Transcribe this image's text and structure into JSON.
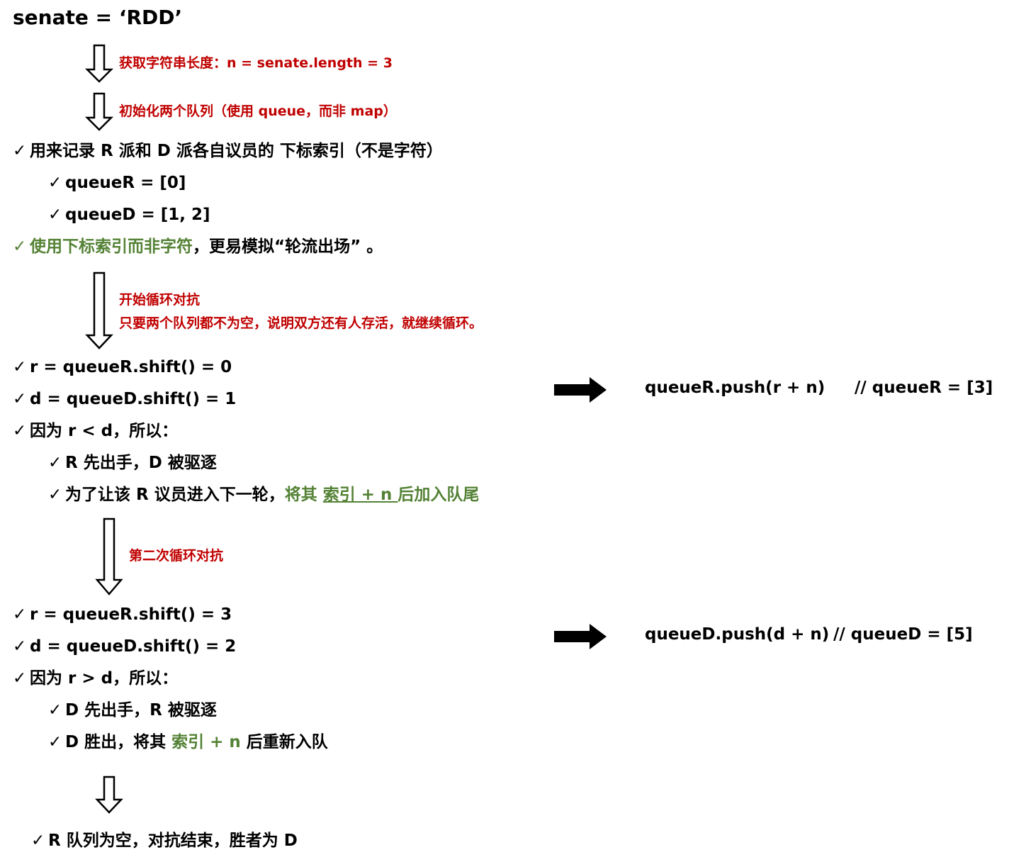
{
  "header": {
    "title": "senate =   ‘RDD’"
  },
  "steps": {
    "step1": "获取字符串长度：n = senate.length = 3",
    "step2": "初始化两个队列（使用 queue，而非 map）",
    "loop1_title": "开始循环对抗",
    "loop1_desc": "只要两个队列都不为空，说明双方还有人存活，就继续循环。",
    "loop2_title": "第二次循环对抗"
  },
  "init": {
    "desc": "用来记录 R 派和 D 派各自议员的 下标索引（不是字符）",
    "queueR": "queueR = [0]",
    "queueD": "queueD = [1, 2]",
    "note_green": "使用下标索引而非字符",
    "note_black": "，更易模拟“轮流出场” 。"
  },
  "round1": {
    "r": "r = queueR.shift() = 0",
    "d": "d = queueD.shift() = 1",
    "cond": "因为 r < d，所以：",
    "result": "R 先出手，D 被驱逐",
    "action_black": "为了让该 R 议员进入下一轮，",
    "action_green1": "将其 ",
    "action_green_ul": "索引 + n ",
    "action_green2": "后加入队尾",
    "push_code": "queueR.push(r + n)",
    "push_comment": "// queueR = [3]"
  },
  "round2": {
    "r": "r = queueR.shift() = 3",
    "d": "d = queueD.shift() = 2",
    "cond": "因为 r > d，所以：",
    "result": "D 先出手，R 被驱逐",
    "action_black1": "D 胜出，将其 ",
    "action_green": "索引 + n",
    "action_black2": " 后重新入队",
    "push_code": "queueD.push(d + n)",
    "push_comment": "// queueD = [5]"
  },
  "final": {
    "text": "R 队列为空，对抗结束，胜者为 D"
  },
  "check_mark": "✓",
  "colors": {
    "red": "#c00000",
    "green": "#548235",
    "black": "#000000"
  },
  "icons": [
    "down-arrow-icon",
    "right-arrow-icon",
    "check-icon"
  ]
}
